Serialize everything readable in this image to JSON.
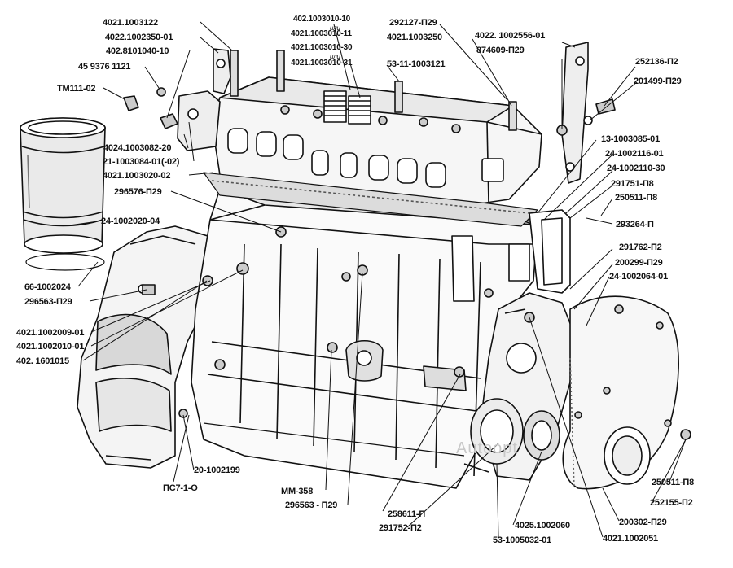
{
  "labels": {
    "p4021_1003122": "4021.1003122",
    "p4022_1002350_01": "4022.1002350-01",
    "p402_8101040_10": "402.8101040-10",
    "p45_9376_1121": "45 9376 1121",
    "pTM111_02": "TM111-02",
    "p4024_1003082_20": "4024.1003082-20",
    "p21_1003084": "21-1003084-01(-02)",
    "p4021_1003020_02": "4021.1003020-02",
    "p296576_P29": "296576-П29",
    "p24_1002020_04": "24-1002020-04",
    "p66_1002024": "66-1002024",
    "p296563_P29_left": "296563-П29",
    "p4021_1002009_01": "4021.1002009-01",
    "p4021_1002010_01": "4021.1002010-01",
    "p402_1601015": "402. 1601015",
    "p20_1002199": "20-1002199",
    "pPS7_1_0": "ПС7-1-О",
    "pMM_358": "ММ-358",
    "p296563_P29_bottom": "296563 - П29",
    "p258611_P": "258611-П",
    "p291752_P2": "291752-П2",
    "p53_1005032_01": "53-1005032-01",
    "p4025_1002060": "4025.1002060",
    "p4021_1002051": "4021.1002051",
    "p200302_P29": "200302-П29",
    "p252155_P2": "252155-П2",
    "p250511_P8_bottom": "250511-П8",
    "p402_1003010_10": "402.1003010-10",
    "p_ili_1": "или",
    "p4021_1003010_11": "4021.1003010-11",
    "p4021_1003010_30": "4021.1003010-30",
    "p_ili_2": "или",
    "p4021_1003010_31": "4021.1003010-31",
    "p292127_P29": "292127-П29",
    "p4021_1003250": "4021.1003250",
    "p53_11_1003121": "53-11-1003121",
    "p4022_1002556_01": "4022. 1002556-01",
    "p874609_P29": "874609-П29",
    "p252136_P2": "252136-П2",
    "p201499_P29": "201499-П29",
    "p13_1003085_01": "13-1003085-01",
    "p24_1002116_01": "24-1002116-01",
    "p24_1002110_30": "24-1002110-30",
    "p291751_P8": "291751-П8",
    "p250511_P8_top": "250511-П8",
    "p293264_P": "293264-П",
    "p291762_P2": "291762-П2",
    "p200299_P29": "200299-П29",
    "p24_1002064_01": "24-1002064-01"
  },
  "watermark": "Autoopt",
  "colors": {
    "ink": "#111111",
    "paper": "#ffffff",
    "shade": "#bdbdbd"
  }
}
